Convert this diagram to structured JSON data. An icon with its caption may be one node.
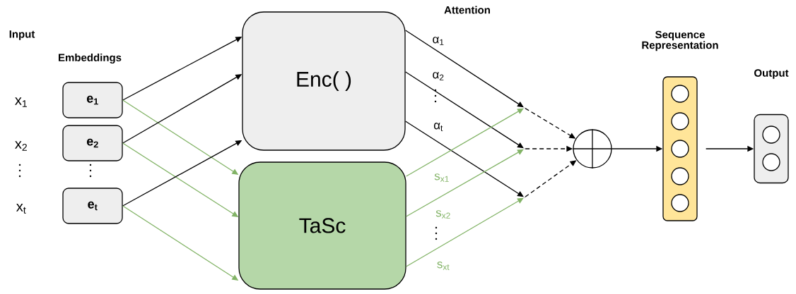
{
  "diagram": {
    "nodes": [
      {
        "text": [
          "e$_{1}$"
        ]
      },
      {
        "text": [
          "e$_{2}$"
        ]
      },
      {
        "text": [
          "e$_{t}$"
        ]
      },
      {
        "text": [
          "Enc( )"
        ]
      },
      {
        "text": [
          "TaSc"
        ]
      },
      {
        "text": [],
        "shape": "point"
      },
      {
        "text": [],
        "shape": "point"
      },
      {
        "text": [],
        "shape": "point"
      },
      {
        "text": [],
        "shape": "circle"
      },
      {
        "text": [
          "Sequence Representation"
        ]
      },
      {
        "text": [],
        "shape": "circle",
        "in": 9
      },
      {
        "text": [],
        "shape": "circle",
        "in": 9
      },
      {
        "text": [],
        "shape": "circle",
        "in": 9
      },
      {
        "text": [],
        "shape": "circle",
        "in": 9
      },
      {
        "text": [],
        "shape": "circle",
        "in": 9
      },
      {
        "text": [
          "Output"
        ]
      },
      {
        "text": [],
        "shape": "circle",
        "in": 15
      },
      {
        "text": [],
        "shape": "circle",
        "in": 15
      }
    ],
    "edges": [
      {
        "from": 0,
        "to": 3,
        "arrow": "to"
      },
      {
        "from": 0,
        "to": 4,
        "arrow": "to",
        "color": "#82b366"
      },
      {
        "from": 1,
        "to": 3,
        "arrow": "to"
      },
      {
        "from": 1,
        "to": 4,
        "arrow": "to",
        "color": "#82b366"
      },
      {
        "from": 2,
        "to": 3,
        "arrow": "to"
      },
      {
        "from": 2,
        "to": 4,
        "arrow": "to",
        "color": "#82b366"
      },
      {
        "from": 3,
        "to": 5,
        "arrow": "to",
        "label": "α$_{1}$"
      },
      {
        "from": 3,
        "to": 6,
        "arrow": "to",
        "label": "α$_{2}$"
      },
      {
        "from": 3,
        "to": 7,
        "arrow": "to",
        "label": "α$_{t}$"
      },
      {
        "from": 4,
        "to": 5,
        "arrow": "to",
        "label": "s$_{x1}$",
        "color": "#82b366"
      },
      {
        "from": 4,
        "to": 6,
        "arrow": "to",
        "label": "s$_{x2}$",
        "color": "#82b366"
      },
      {
        "from": 4,
        "to": 7,
        "arrow": "to",
        "label": "s$_{xt}$",
        "color": "#82b366"
      },
      {
        "from": 5,
        "to": 8,
        "arrow": "to",
        "style": "dashed"
      },
      {
        "from": 6,
        "to": 8,
        "arrow": "to",
        "style": "dashed"
      },
      {
        "from": 7,
        "to": 8,
        "arrow": "to",
        "style": "dashed"
      },
      {
        "from": 8,
        "to": 9,
        "arrow": "to"
      },
      {
        "from": 9,
        "to": 15,
        "arrow": "to"
      }
    ],
    "labels": [
      "Attention",
      "Input",
      "Embeddings",
      "x$_{1}$",
      "x$_{2}$",
      "x$_{t}$"
    ]
  }
}
